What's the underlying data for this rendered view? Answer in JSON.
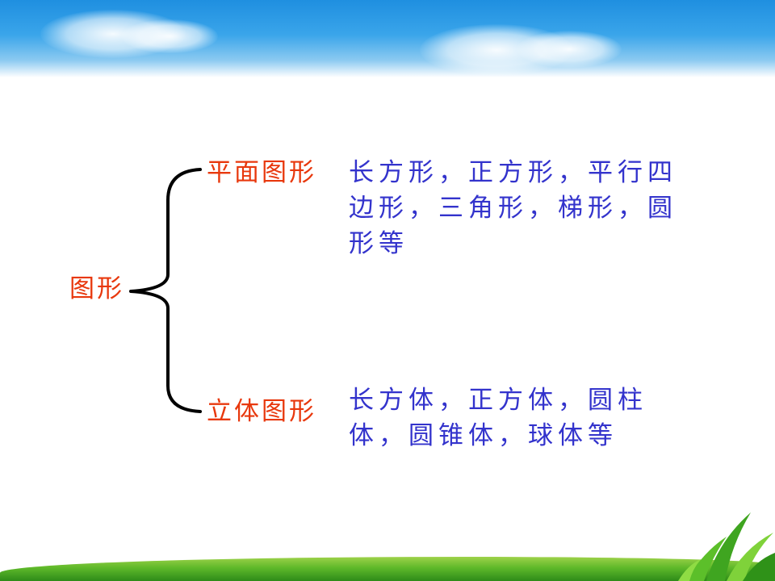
{
  "root": {
    "label": "图形"
  },
  "branches": [
    {
      "label": "平面图形",
      "description": "长方形，正方形，平行四边形，三角形，梯形，圆形等"
    },
    {
      "label": "立体图形",
      "description": "长方体，正方体，圆柱体，圆锥体，球体等"
    }
  ],
  "colors": {
    "category": "#e8380d",
    "description": "#3333cc",
    "bracket": "#000000"
  }
}
